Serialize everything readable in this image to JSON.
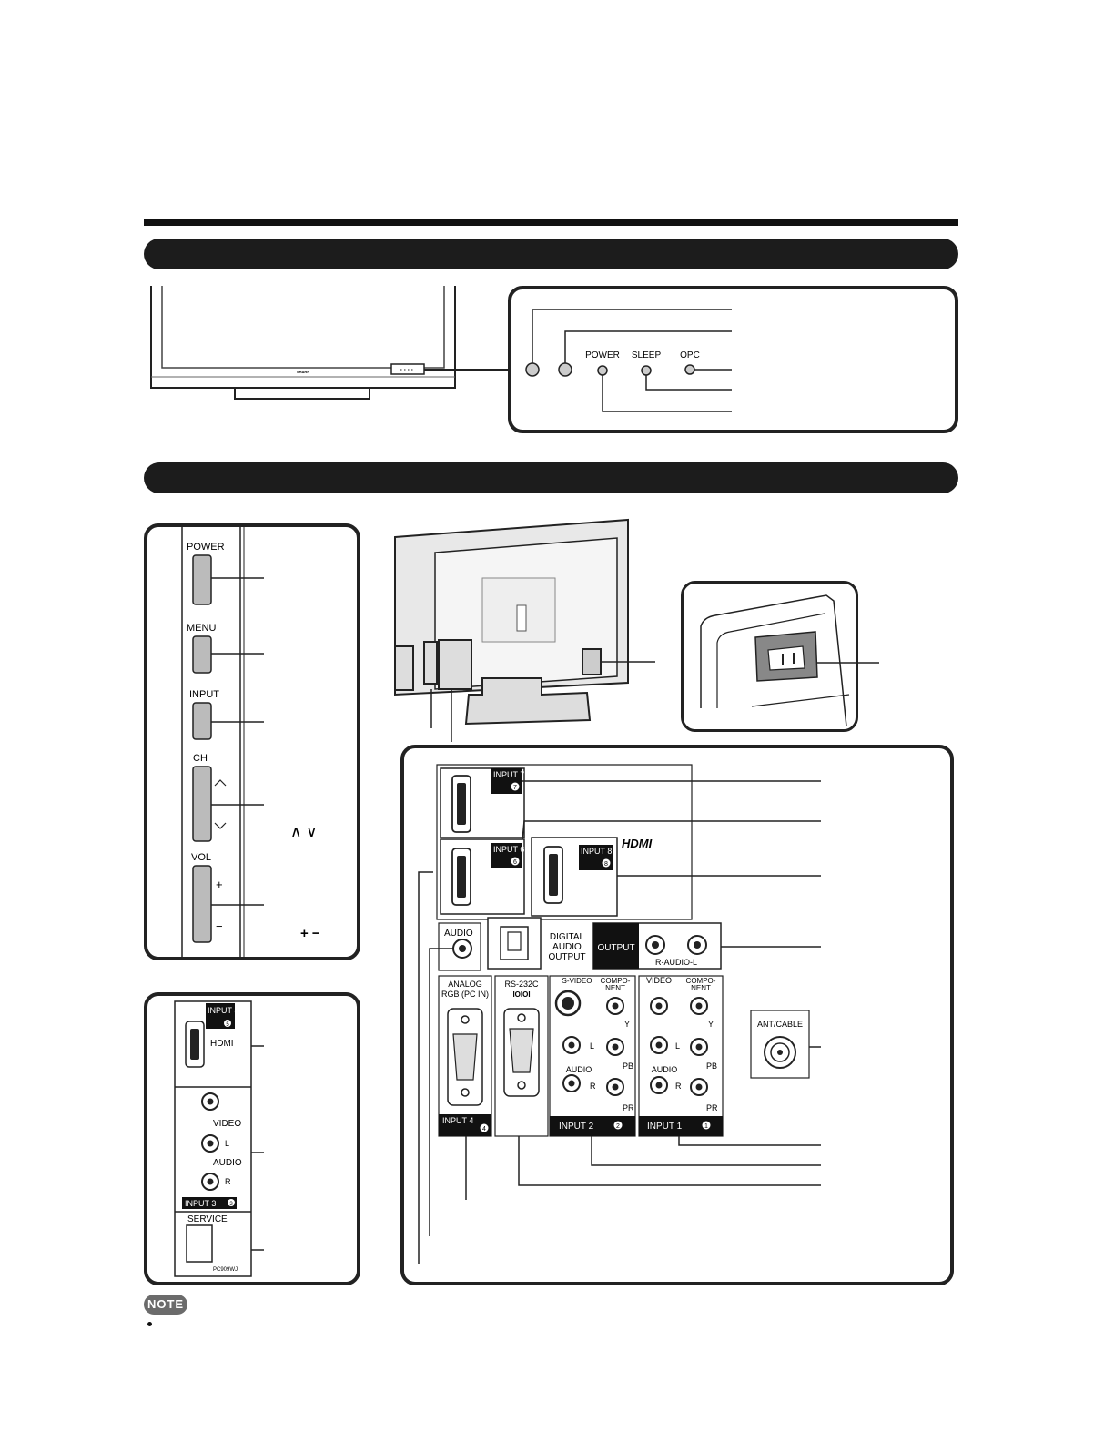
{
  "front": {
    "brand": "SHARP",
    "indicator_labels": {
      "power": "POWER",
      "sleep": "SLEEP",
      "opc": "OPC"
    }
  },
  "side": {
    "buttons": {
      "power": "POWER",
      "menu": "MENU",
      "input": "INPUT",
      "ch": "CH",
      "vol": "VOL"
    },
    "ch_arrows": "∧  ∨",
    "vol_signs": "+  −",
    "plus": "+",
    "minus": "−",
    "terminals": {
      "input5": "INPUT 5",
      "hdmi": "HDMI",
      "video": "VIDEO",
      "audio": "AUDIO",
      "l": "L",
      "r": "R",
      "input3": "INPUT 3",
      "service": "SERVICE",
      "model": "PC909WJ"
    }
  },
  "rear": {
    "input7": "INPUT 7",
    "input6": "INPUT 6",
    "input8": "INPUT 8",
    "hdmi_logo": "HDMI",
    "audio": "AUDIO",
    "digital_audio_output": [
      "DIGITAL",
      "AUDIO",
      "OUTPUT"
    ],
    "output": "OUTPUT",
    "r_audio_l": "R-AUDIO-L",
    "analog_rgb": [
      "ANALOG",
      "RGB (PC IN)"
    ],
    "rs232c": "RS-232C",
    "rs232c_symbol": "IOIOI",
    "s_video": "S-VIDEO",
    "component": [
      "COMPO-",
      "NENT"
    ],
    "video": "VIDEO",
    "y": "Y",
    "pb": "PB",
    "pr": "PR",
    "l": "L",
    "r": "R",
    "audio_vertical": "AUDIO",
    "input4": "INPUT 4",
    "input2": "INPUT 2",
    "input1": "INPUT 1",
    "ant_cable": "ANT/CABLE",
    "badge_numbers": {
      "n1": "1",
      "n2": "2",
      "n3": "3",
      "n4": "4",
      "n5": "5",
      "n6": "6",
      "n7": "7",
      "n8": "8"
    }
  },
  "note_label": "NOTE"
}
